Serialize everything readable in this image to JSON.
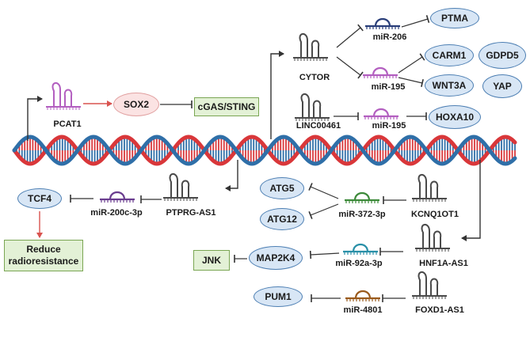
{
  "nodes": {
    "pcat1": "PCAT1",
    "sox2": "SOX2",
    "cgas_sting": "cGAS/STING",
    "cytor": "CYTOR",
    "mir206": "miR-206",
    "ptma": "PTMA",
    "mir195_a": "miR-195",
    "carm1": "CARM1",
    "gdpd5": "GDPD5",
    "wnt3a": "WNT3A",
    "yap": "YAP",
    "linc00461": "LINC00461",
    "mir195_b": "miR-195",
    "hoxa10": "HOXA10",
    "tcf4": "TCF4",
    "mir200c": "miR-200c-3p",
    "ptprg_as1": "PTPRG-AS1",
    "reduce_radio_1": "Reduce",
    "reduce_radio_2": "radioresistance",
    "atg5": "ATG5",
    "atg12": "ATG12",
    "mir372": "miR-372-3p",
    "kcnq1ot1": "KCNQ1OT1",
    "jnk": "JNK",
    "map2k4": "MAP2K4",
    "mir92a": "miR-92a-3p",
    "hnf1a_as1": "HNF1A-AS1",
    "pum1": "PUM1",
    "mir4801": "miR-4801",
    "foxd1_as1": "FOXD1-AS1"
  },
  "colors": {
    "dna_blue": "#2f6fa8",
    "dna_red": "#d9373a",
    "arrow": "#333333",
    "activate_red": "#d9534f",
    "mir_navy": "#2a3f7a",
    "mir_pink": "#b35fc0",
    "mir_green": "#3d8a3a",
    "mir_teal": "#2a90a8",
    "mir_brown": "#9a5a1c",
    "mir_purple": "#6a3d8f",
    "lnc_gray": "#4a4a4a"
  }
}
